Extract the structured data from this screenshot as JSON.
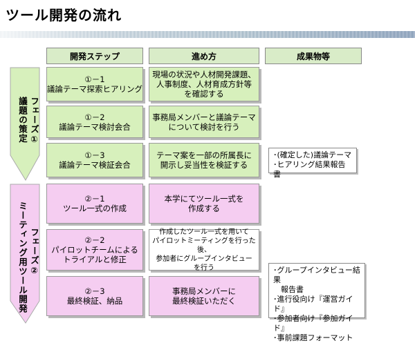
{
  "title": "ツール開発の流れ",
  "headers": {
    "step": "開発ステップ",
    "method": "進め方",
    "result": "成果物等"
  },
  "phases": [
    {
      "name": "フェーズ①",
      "label": "議題の策定"
    },
    {
      "name": "フェーズ②",
      "label": "ミーティング用ツール開発"
    }
  ],
  "steps": [
    {
      "num": "①－1",
      "name": "議論テーマ探索ヒアリング",
      "method": "現場の状況や人材開発課題、\n人事制度、人材育成方針等\nを確認する"
    },
    {
      "num": "①－2",
      "name": "議論テーマ検討会合",
      "method": "事務局メンバーと議論テーマ\nについて検討を行う"
    },
    {
      "num": "①－3",
      "name": "議論テーマ検証会合",
      "method": "テーマ案を一部の所属長に\n開示し妥当性を検証する"
    },
    {
      "num": "②－1",
      "name": "ツール一式の作成",
      "method": "本学にてツール一式を\n作成する"
    },
    {
      "num": "②－2",
      "name": "パイロットチームによる\nトライアルと修正",
      "method": "作成したツール一式を用いて\nパイロットミーティングを行った後、\n参加者にグループインタビュー\nを行う"
    },
    {
      "num": "②－3",
      "name": "最終検証、納品",
      "method": "事務局メンバーに\n最終検証いただく"
    }
  ],
  "results": [
    "･(確定した)議論テーマ\n･ヒアリング結果報告書",
    "･グループインタビュー結果\n　報告書\n･進行役向け『運営ガイド』\n･参加者向け『参加ガイド』\n･事前課題フォーマット"
  ]
}
